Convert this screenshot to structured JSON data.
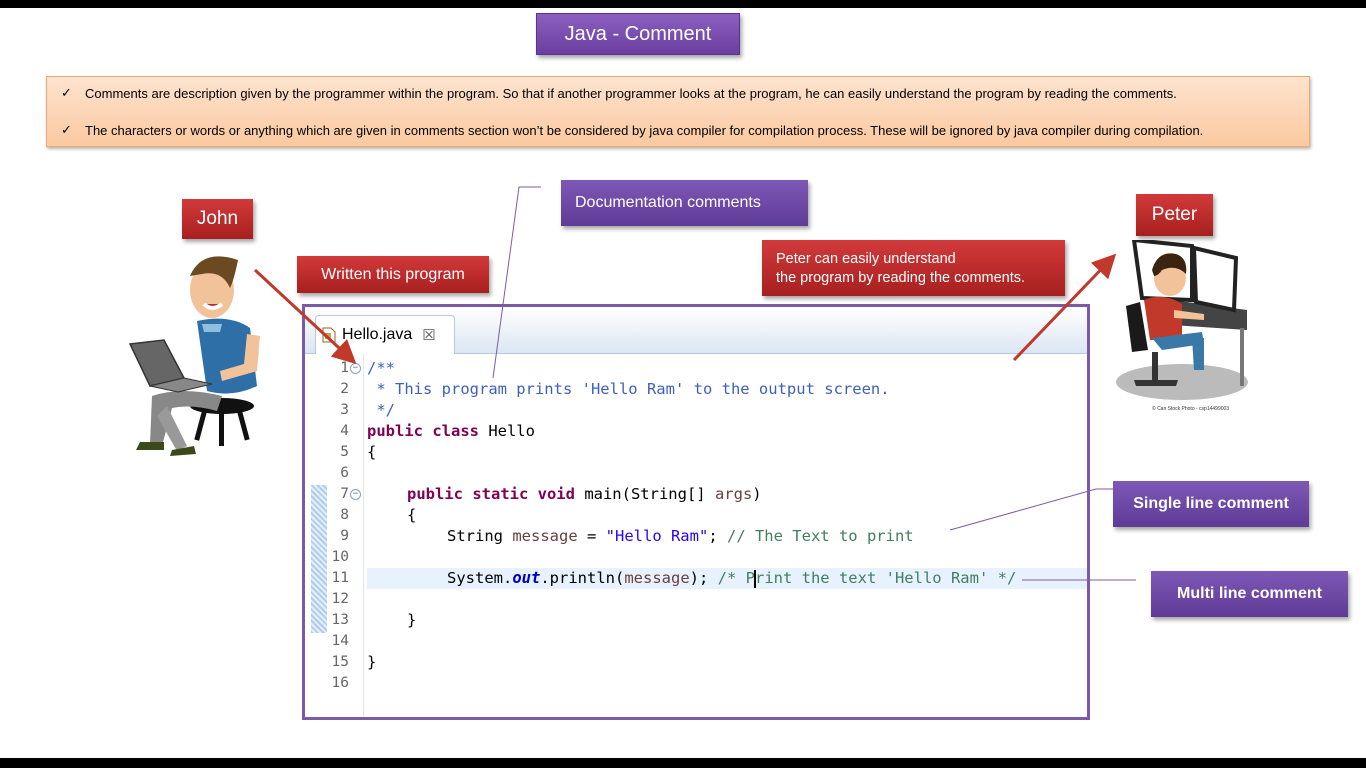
{
  "title": "Java - Comment",
  "info": [
    "Comments are description given by the programmer within the program. So that if another programmer looks at the program, he can easily understand the program by reading the comments.",
    "The characters or words or anything which are given in comments section won’t be considered by java compiler for compilation process. These will be ignored by java compiler during compilation."
  ],
  "check_glyph": "✓",
  "labels": {
    "john": "John",
    "written": "Written this program",
    "doc_comments": "Documentation comments",
    "peter_note_1": "Peter can easily understand",
    "peter_note_2": "the program by reading the comments.",
    "peter": "Peter",
    "single_line": "Single line comment",
    "multi_line": "Multi line comment"
  },
  "editor": {
    "tab_label": "Hello.java",
    "close_glyph": "☒",
    "lines": [
      "1",
      "2",
      "3",
      "4",
      "5",
      "6",
      "7",
      "8",
      "9",
      "10",
      "11",
      "12",
      "13",
      "14",
      "15",
      "16"
    ],
    "code": {
      "l1": "/**",
      "l2": " * This program prints 'Hello Ram' to the output screen.",
      "l3": " */",
      "l4_kw": "public class",
      "l4_name": " Hello",
      "l5": "{",
      "l7_kw": "public static void",
      "l7_rest": " main(String[] ",
      "l7_arg": "args",
      "l7_end": ")",
      "l8": "{",
      "l9_type": "String ",
      "l9_var": "message",
      "l9_eq": " = ",
      "l9_str": "\"Hello Ram\"",
      "l9_semi": "; ",
      "l9_cm": "// The Text to print",
      "l11_a": "System.",
      "l11_fld": "out",
      "l11_b": ".println(",
      "l11_var": "message",
      "l11_c": "); ",
      "l11_cm1": "/* P",
      "l11_cm2": "rint the text 'Hello Ram' */",
      "l13": "}",
      "l15": "}"
    }
  },
  "photo_caption": "© Can Stock Photo - csp14499003"
}
